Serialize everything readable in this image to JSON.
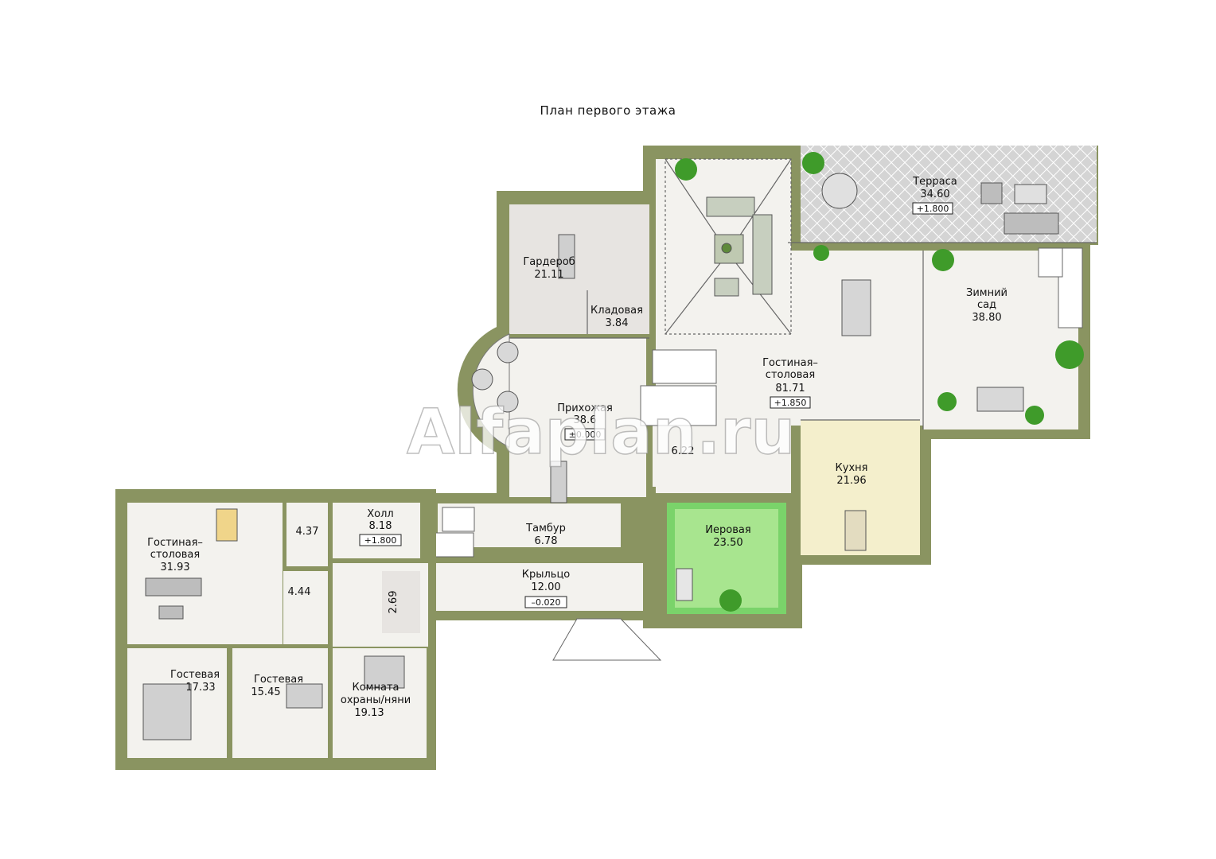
{
  "title": "План первого этажа",
  "watermark": "Alfaplan.ru",
  "colors": {
    "wall": "#8a9461",
    "floor": "#f3f2ee",
    "wardrobe": "#e7e4e1",
    "terrace": "#cfcfcf",
    "kitchen": "#f4efcc",
    "playroom": "#7ad36a",
    "playroom_inner": "#b9eaa6"
  },
  "rooms": {
    "terrace": {
      "name": "Терраса",
      "area": "34.60",
      "level": "+1.800"
    },
    "winter_garden": {
      "name_line1": "Зимний",
      "name_line2": "сад",
      "area": "38.80"
    },
    "wardrobe": {
      "name": "Гардероб",
      "area": "21.11"
    },
    "pantry": {
      "name": "Кладовая",
      "area": "3.84"
    },
    "living_dining": {
      "name_line1": "Гостиная–",
      "name_line2": "столовая",
      "area": "81.71",
      "level": "+1.850"
    },
    "hallway": {
      "name": "Прихожая",
      "area": "38.6",
      "level": "±0.000"
    },
    "wc_main": {
      "area": "6.22"
    },
    "kitchen": {
      "name": "Кухня",
      "area": "21.96"
    },
    "playroom": {
      "name": "Иеровая",
      "area": "23.50"
    },
    "vestibule": {
      "name": "Тамбур",
      "area": "6.78"
    },
    "porch": {
      "name": "Крыльцо",
      "area": "12.00",
      "level": "–0.020"
    },
    "hall": {
      "name": "Холл",
      "area": "8.18",
      "level": "+1.800"
    },
    "guest_living": {
      "name_line1": "Гостиная–",
      "name_line2": "столовая",
      "area": "31.93"
    },
    "room_437": {
      "area": "4.37"
    },
    "bath_444": {
      "area": "4.44"
    },
    "closet_269": {
      "area": "2.69"
    },
    "guest1": {
      "name": "Гостевая",
      "area": "17.33"
    },
    "guest2": {
      "name": "Гостевая",
      "area": "15.45"
    },
    "nanny": {
      "name_line1": "Комната",
      "name_line2": "охраны/няни",
      "area": "19.13"
    }
  }
}
